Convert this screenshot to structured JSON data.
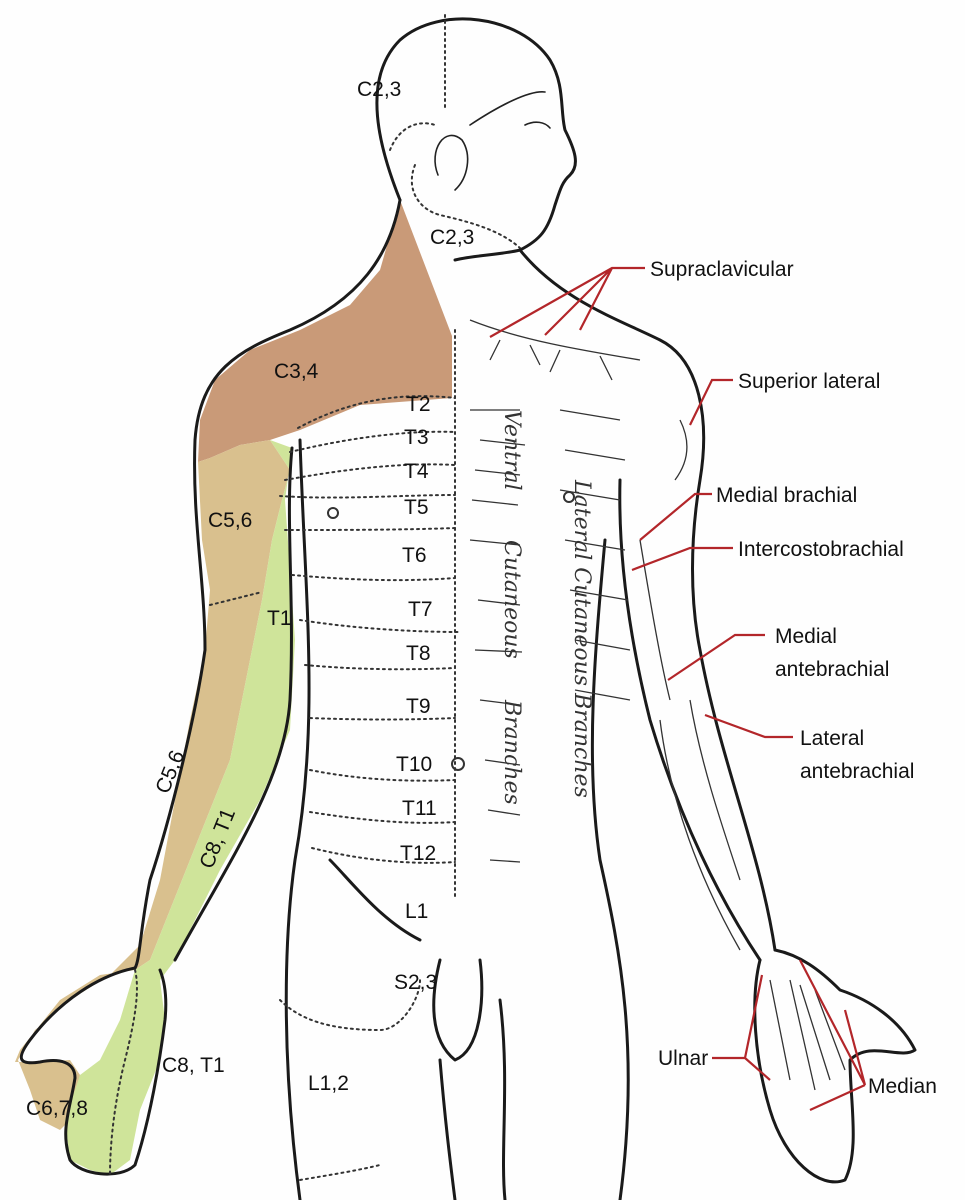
{
  "dermatome_labels": {
    "c23_head": "C2,3",
    "c23_neck": "C2,3",
    "c34": "C3,4",
    "c56_upper": "C5,6",
    "t1": "T1",
    "c56_forearm": "C5,6",
    "c8t1_forearm": "C8, T1",
    "c8t1_hand": "C8, T1",
    "c678": "C6,7,8",
    "t2": "T2",
    "t3": "T3",
    "t4": "T4",
    "t5": "T5",
    "t6": "T6",
    "t7": "T7",
    "t8": "T8",
    "t9": "T9",
    "t10": "T10",
    "t11": "T11",
    "t12": "T12",
    "l1": "L1",
    "s23": "S2,3",
    "l12": "L1,2"
  },
  "nerve_labels": {
    "supraclavicular": "Supraclavicular",
    "superior_lateral": "Superior lateral",
    "medial_brachial": "Medial brachial",
    "intercostobrachial": "Intercostobrachial",
    "medial_antebrachial_1": "Medial",
    "medial_antebrachial_2": "antebrachial",
    "lateral_antebrachial_1": "Lateral",
    "lateral_antebrachial_2": "antebrachial",
    "ulnar": "Ulnar",
    "median": "Median"
  },
  "engraved_text": {
    "ventral": "Ventral",
    "cutaneous": "Cutaneous",
    "branches": "Branches",
    "lateral_cutaneous_branches": "Lateral Cutaneous Branches"
  },
  "colors": {
    "c34_region": "#c99a78",
    "c56_region": "#d9c08e",
    "c8t1_region": "#cfe49a",
    "leader_lines": "#b3262a"
  }
}
